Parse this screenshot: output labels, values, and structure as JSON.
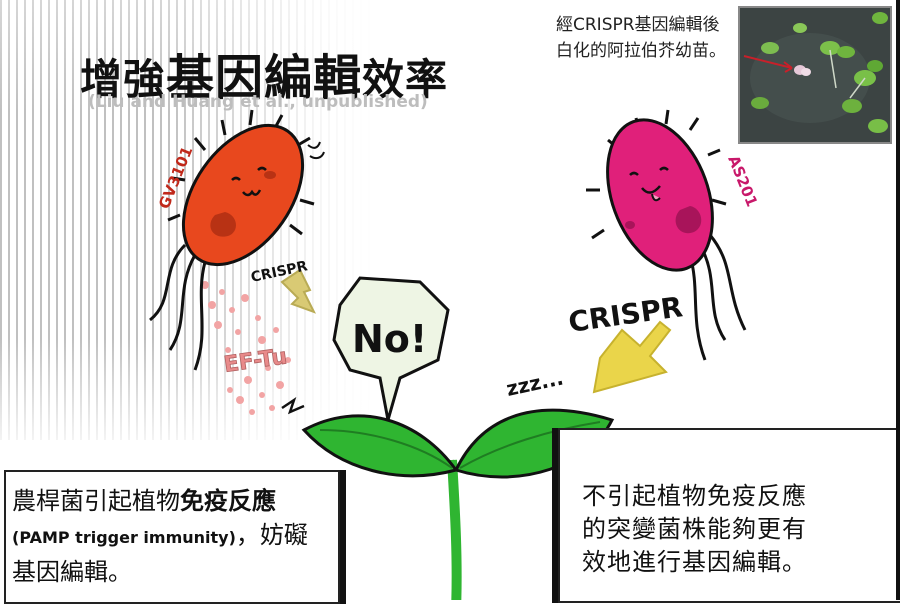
{
  "title_main": "增強",
  "title_big": "基因編輯",
  "title_tail": "效率",
  "subtitle": "(Liu and Huang et al., unpublished)",
  "photo_caption": "經CRISPR基因編輯後白化的阿拉伯芥幼苗。",
  "bacteria_left_label": "GV3101",
  "bacteria_right_label": "AS201",
  "crispr_small": "CRISPR",
  "crispr_big": "CRISPR",
  "ef_tu": "EF-Tu",
  "speech": "No!",
  "sleep": "zzz...",
  "left_text": {
    "line1_normal": "農桿菌引起植物",
    "line1_bold": "免疫反應",
    "line2_en": "(PAMP trigger immunity)",
    "line2_tail": "，妨礙",
    "line3": "基因編輯。"
  },
  "right_text": {
    "line1": "不引起植物免疫反應",
    "line2": "的突變菌株能夠更有",
    "line3": "效地進行基因編輯。"
  },
  "colors": {
    "bacteria_left": "#e8481e",
    "bacteria_right": "#e0207a",
    "leaf": "#2fb531",
    "arrow": "#e8d23c",
    "ef_tu_dots": "#f0a0a0"
  }
}
